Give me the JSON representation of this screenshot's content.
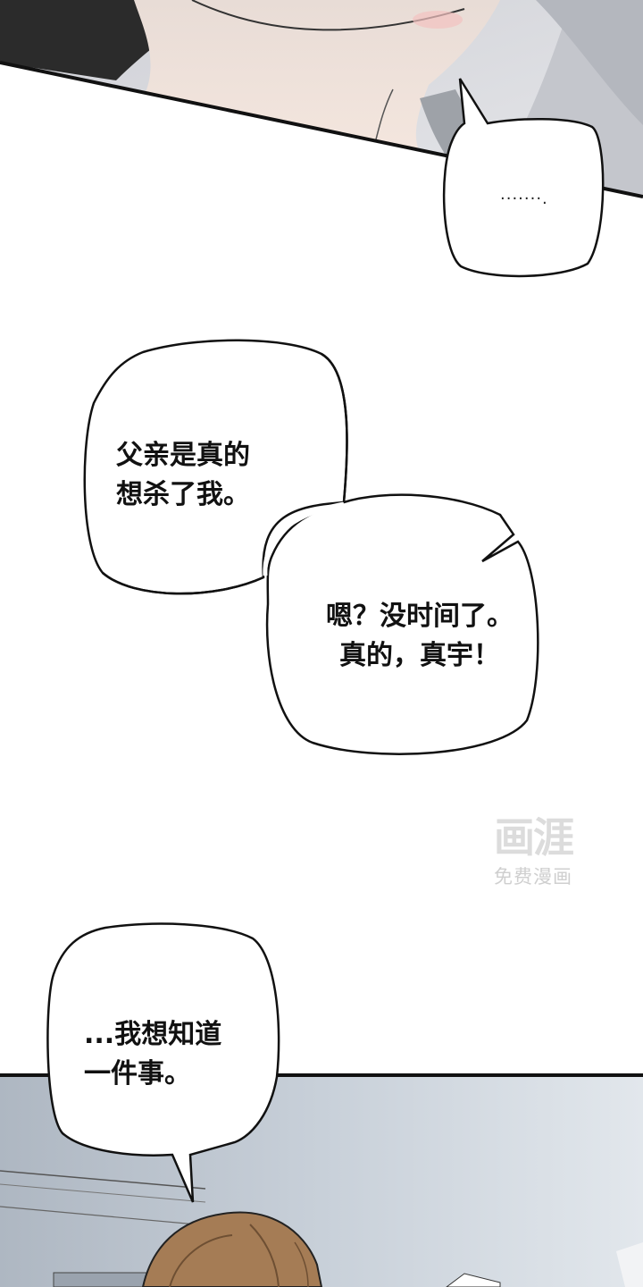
{
  "bubbles": {
    "top_ellipsis": "·······.",
    "father_line": "父亲是真的\n想杀了我。",
    "no_time_line": "嗯？没时间了。\n真的，真宇！",
    "want_to_know_line": "...我想知道\n一件事。"
  },
  "watermark": {
    "logo": "画涯",
    "subtitle": "免费漫画"
  },
  "colors": {
    "panel_border": "#111111",
    "skin": "#f0e0d8",
    "dark_hair": "#2a2a2a",
    "bg_gray": "#d8d8dc",
    "room_blue_gray": "#b9c1cb",
    "hair_brown": "#a57c55"
  }
}
